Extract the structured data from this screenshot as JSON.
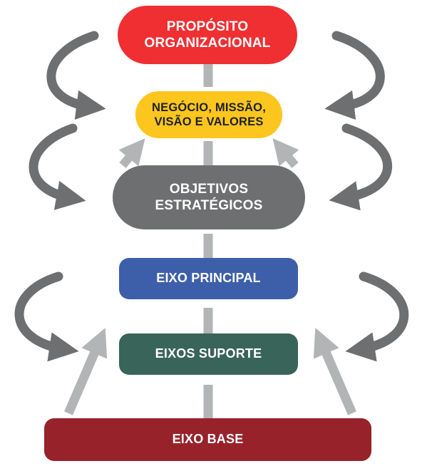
{
  "colors": {
    "proposito": "#ef2f32",
    "negocio": "#fcc61f",
    "objetivos": "#6e6f70",
    "principal": "#3d5faa",
    "suporte": "#39645a",
    "base": "#98222a",
    "arrow_light": "#b3b4b6",
    "arrow_dark": "#6e6f70"
  },
  "nodes": {
    "proposito": "PROPÓSITO\nORGANIZACIONAL",
    "negocio": "NEGÓCIO, MISSÃO,\nVISÃO E VALORES",
    "objetivos": "OBJETIVOS\nESTRATÉGICOS",
    "principal": "EIXO PRINCIPAL",
    "suporte": "EIXOS SUPORTE",
    "base": "EIXO BASE"
  },
  "icons": [
    "up-arrow-icon",
    "diagonal-arrow-icon",
    "curved-feedback-arrow-icon"
  ]
}
